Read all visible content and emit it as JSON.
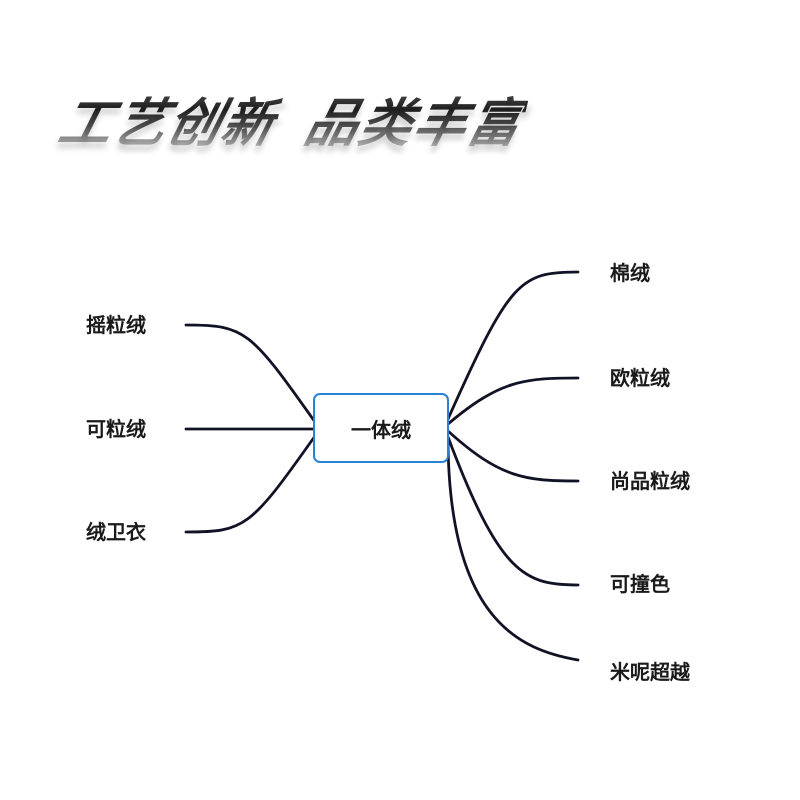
{
  "headline": {
    "part1": "工艺创新",
    "part2": "品类丰富"
  },
  "mindmap": {
    "center": "一体绒",
    "left_branches": [
      "摇粒绒",
      "可粒绒",
      "绒卫衣"
    ],
    "right_branches": [
      "棉绒",
      "欧粒绒",
      "尚品粒绒",
      "可撞色",
      "米呢超越"
    ]
  },
  "colors": {
    "center_border": "#2b82d4",
    "connector": "#111225",
    "text": "#1a1a1a"
  }
}
